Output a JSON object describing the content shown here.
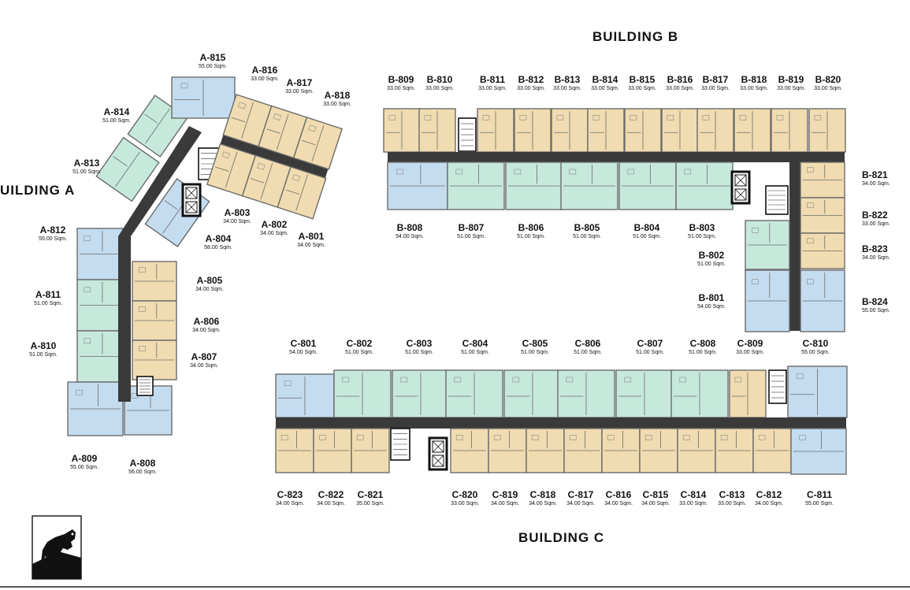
{
  "titles": {
    "building_a": "UILDING A",
    "building_b": "BUILDING B",
    "building_c": "BUILDING C"
  },
  "colors": {
    "sqm33": "#f0dcb0",
    "sqm34": "#f0dcb0",
    "sqm35": "#f0dcb0",
    "sqm51": "#c6e9dc",
    "sqm54": "#c4dcf0",
    "sqm55": "#c4dcf0",
    "sqm56": "#c4dcf0",
    "sqm58": "#c4dcf0",
    "corridor": "#3a3a3a",
    "wall": "#6b6b6b"
  },
  "units": {
    "a815": {
      "id": "A-815",
      "area": "55.00 Sqm."
    },
    "a816": {
      "id": "A-816",
      "area": "33.00 Sqm."
    },
    "a817": {
      "id": "A-817",
      "area": "33.00 Sqm."
    },
    "a818": {
      "id": "A-818",
      "area": "33.00 Sqm."
    },
    "a814": {
      "id": "A-814",
      "area": "51.00 Sqm."
    },
    "a813": {
      "id": "A-813",
      "area": "51.00 Sqm."
    },
    "a812": {
      "id": "A-812",
      "area": "55.00 Sqm."
    },
    "a811": {
      "id": "A-811",
      "area": "51.00 Sqm."
    },
    "a810": {
      "id": "A-810",
      "area": "51.00 Sqm."
    },
    "a809": {
      "id": "A-809",
      "area": "55.00 Sqm."
    },
    "a808": {
      "id": "A-808",
      "area": "56.00 Sqm."
    },
    "a807": {
      "id": "A-807",
      "area": "34.00 Sqm."
    },
    "a806": {
      "id": "A-806",
      "area": "34.00 Sqm."
    },
    "a805": {
      "id": "A-805",
      "area": "34.00 Sqm."
    },
    "a804": {
      "id": "A-804",
      "area": "58.00 Sqm."
    },
    "a803": {
      "id": "A-803",
      "area": "34.00 Sqm."
    },
    "a802": {
      "id": "A-802",
      "area": "34.00 Sqm."
    },
    "a801": {
      "id": "A-801",
      "area": "34.00 Sqm."
    },
    "b809": {
      "id": "B-809",
      "area": "33.00 Sqm."
    },
    "b810": {
      "id": "B-810",
      "area": "33.00 Sqm."
    },
    "b811": {
      "id": "B-811",
      "area": "33.00 Sqm."
    },
    "b812": {
      "id": "B-812",
      "area": "33.00 Sqm."
    },
    "b813": {
      "id": "B-813",
      "area": "33.00 Sqm."
    },
    "b814": {
      "id": "B-814",
      "area": "33.00 Sqm."
    },
    "b815": {
      "id": "B-815",
      "area": "33.00 Sqm."
    },
    "b816": {
      "id": "B-816",
      "area": "33.00 Sqm."
    },
    "b817": {
      "id": "B-817",
      "area": "33.00 Sqm."
    },
    "b818": {
      "id": "B-818",
      "area": "33.00 Sqm."
    },
    "b819": {
      "id": "B-819",
      "area": "33.00 Sqm."
    },
    "b820": {
      "id": "B-820",
      "area": "33.00 Sqm."
    },
    "b821": {
      "id": "B-821",
      "area": "34.00 Sqm."
    },
    "b822": {
      "id": "B-822",
      "area": "33.00 Sqm."
    },
    "b823": {
      "id": "B-823",
      "area": "34.00 Sqm."
    },
    "b824": {
      "id": "B-824",
      "area": "55.00 Sqm."
    },
    "b808": {
      "id": "B-808",
      "area": "54.00 Sqm."
    },
    "b807": {
      "id": "B-807",
      "area": "51.00 Sqm."
    },
    "b806": {
      "id": "B-806",
      "area": "51.00 Sqm."
    },
    "b805": {
      "id": "B-805",
      "area": "51.00 Sqm."
    },
    "b804": {
      "id": "B-804",
      "area": "51.00 Sqm."
    },
    "b803": {
      "id": "B-803",
      "area": "51.00 Sqm."
    },
    "b802": {
      "id": "B-802",
      "area": "51.00 Sqm."
    },
    "b801": {
      "id": "B-801",
      "area": "54.00 Sqm."
    },
    "c801": {
      "id": "C-801",
      "area": "54.00 Sqm."
    },
    "c802": {
      "id": "C-802",
      "area": "51.00 Sqm."
    },
    "c803": {
      "id": "C-803",
      "area": "51.00 Sqm."
    },
    "c804": {
      "id": "C-804",
      "area": "51.00 Sqm."
    },
    "c805": {
      "id": "C-805",
      "area": "51.00 Sqm."
    },
    "c806": {
      "id": "C-806",
      "area": "51.00 Sqm."
    },
    "c807": {
      "id": "C-807",
      "area": "51.00 Sqm."
    },
    "c808": {
      "id": "C-808",
      "area": "51.00 Sqm."
    },
    "c809": {
      "id": "C-809",
      "area": "33.00 Sqm."
    },
    "c810": {
      "id": "C-810",
      "area": "55.00 Sqm."
    },
    "c811": {
      "id": "C-811",
      "area": "55.00 Sqm."
    },
    "c812": {
      "id": "C-812",
      "area": "34.00 Sqm."
    },
    "c813": {
      "id": "C-813",
      "area": "33.00 Sqm."
    },
    "c814": {
      "id": "C-814",
      "area": "33.00 Sqm."
    },
    "c815": {
      "id": "C-815",
      "area": "34.00 Sqm."
    },
    "c816": {
      "id": "C-816",
      "area": "34.00 Sqm."
    },
    "c817": {
      "id": "C-817",
      "area": "34.00 Sqm."
    },
    "c818": {
      "id": "C-818",
      "area": "34.00 Sqm."
    },
    "c819": {
      "id": "C-819",
      "area": "34.00 Sqm."
    },
    "c820": {
      "id": "C-820",
      "area": "33.00 Sqm."
    },
    "c821": {
      "id": "C-821",
      "area": "35.00 Sqm."
    },
    "c822": {
      "id": "C-822",
      "area": "34.00 Sqm."
    },
    "c823": {
      "id": "C-823",
      "area": "34.00 Sqm."
    }
  }
}
